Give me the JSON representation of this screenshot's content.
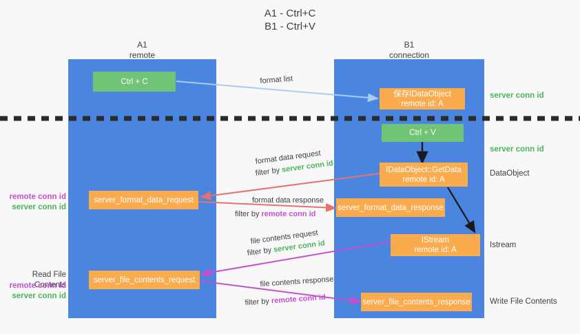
{
  "title": "A1 - Ctrl+C\nB1 - Ctrl+V",
  "lanes": [
    {
      "name": "a1",
      "header": "A1\nremote"
    },
    {
      "name": "b1",
      "header": "B1\nconnection"
    }
  ],
  "boxes": {
    "ctrl_c": "Ctrl + C",
    "ctrl_v": "Ctrl + V",
    "save_idataobject": "保存IDataObject\nremote id: A",
    "getdata": "IDataObject::GetData\nremote id: A",
    "istream": "IStream\nremote id: A",
    "server_format_data_request": "server_format_data_request",
    "server_format_data_response": "server_format_data_response",
    "server_file_contents_request": "server_file_contents_request",
    "server_file_contents_response": "server_file_contents_response"
  },
  "right_labels": {
    "server_conn_id_top": "server conn id",
    "server_conn_id_mid": "server conn id",
    "dataobject": "DataObject",
    "istream": "Istream",
    "write_file_contents": "Write File Contents"
  },
  "left_labels": {
    "format_remote": "remote conn id",
    "format_server": "server conn id",
    "read_file_contents": "Read File Contents",
    "file_remote": "remote conn id",
    "file_server": "server conn id"
  },
  "arrow_labels": {
    "format_list": "format list",
    "format_data_request": "format data request",
    "format_data_request_filter_prefix": "filter by ",
    "format_data_request_filter_value": "server conn id",
    "format_data_response": "format data response",
    "format_data_response_filter_prefix": "filter by ",
    "format_data_response_filter_value": "remote conn id",
    "file_contents_request": "file contents request",
    "file_contents_request_filter_prefix": "filter by ",
    "file_contents_request_filter_value": "server conn id",
    "file_contents_response": "file contents response",
    "file_contents_response_filter_prefix": "filter by ",
    "file_contents_response_filter_value": "remote conn id"
  },
  "colors": {
    "lane": "#4a86e0",
    "green_box": "#71c375",
    "orange_box": "#f9ab4e",
    "green_text": "#4ab558",
    "purple_text": "#c64fd0",
    "light_blue_arrow": "#a8cdf0",
    "red_arrow": "#e8716d",
    "magenta_arrow": "#c64fd0",
    "black_arrow": "#1a1a1a",
    "background": "#f8f8f8"
  }
}
